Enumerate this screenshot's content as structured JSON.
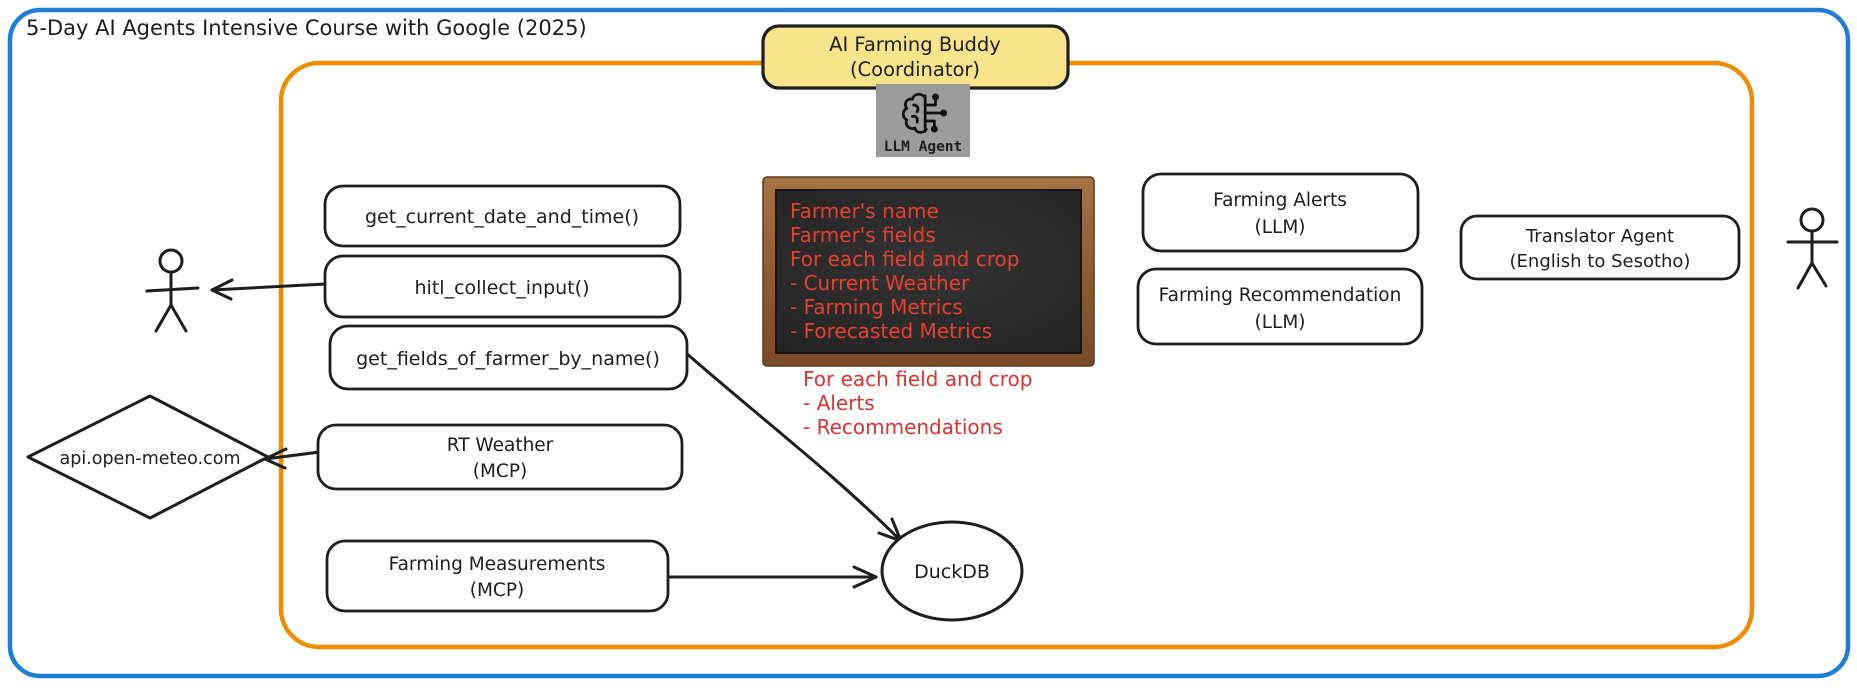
{
  "title": "5-Day AI Agents Intensive Course with Google (2025)",
  "coordinator": {
    "name": "AI Farming Buddy",
    "role": "(Coordinator)",
    "badge": "LLM Agent"
  },
  "tools": {
    "get_current_date": "get_current_date_and_time()",
    "hitl_collect_input": "hitl_collect_input()",
    "get_fields_of_farmer": "get_fields_of_farmer_by_name()",
    "rt_weather": {
      "name": "RT Weather",
      "type": "(MCP)"
    },
    "farming_measurements": {
      "name": "Farming Measurements",
      "type": "(MCP)"
    }
  },
  "agents": {
    "farming_alerts": {
      "name": "Farming Alerts",
      "type": "(LLM)"
    },
    "farming_recommendation": {
      "name": "Farming Recommendation",
      "type": "(LLM)"
    },
    "translator": {
      "name": "Translator Agent",
      "type": "(English to Sesotho)"
    }
  },
  "external": {
    "weather_api": "api.open-meteo.com",
    "database": "DuckDB"
  },
  "blackboard": {
    "lines": [
      "Farmer's name",
      "Farmer's fields",
      "For each field and crop",
      "- Current Weather",
      "- Farming Metrics",
      "- Forecasted Metrics"
    ]
  },
  "output_note": {
    "lines": [
      "For each field and crop",
      "- Alerts",
      "- Recommendations"
    ]
  },
  "colors": {
    "outer_frame": "#1c7ed6",
    "inner_frame": "#f08c00",
    "coordinator_fill": "#f8e48b",
    "chalk_red": "#e8402f",
    "note_red": "#e03131",
    "badge_gray": "#9c9c9c",
    "ink": "#1e1e1e"
  }
}
